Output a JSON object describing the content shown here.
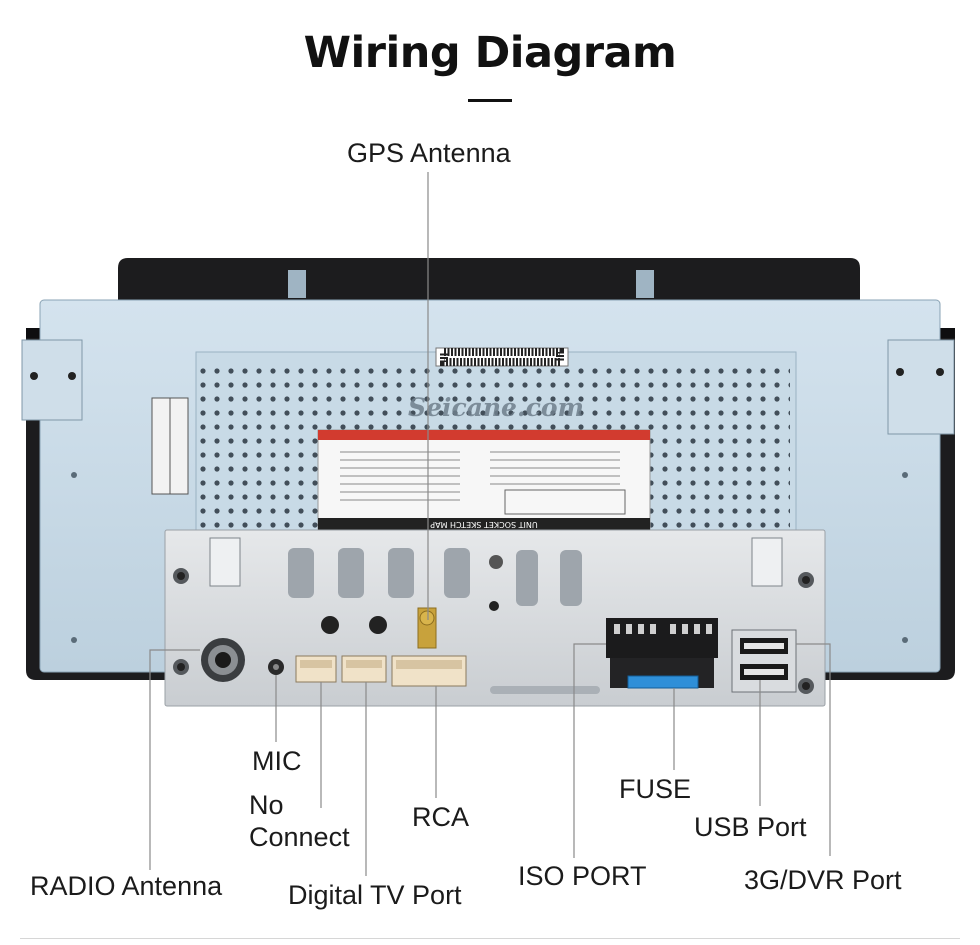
{
  "header": {
    "title": "Wiring Diagram"
  },
  "device": {
    "watermark": "Seicane.com",
    "sticker_title": "UNIT SOCKET SKETCH MAP"
  },
  "labels": {
    "gps_antenna": "GPS Antenna",
    "mic": "MIC",
    "no_connect_line1": "No",
    "no_connect_line2": "Connect",
    "rca": "RCA",
    "fuse": "FUSE",
    "usb_port": "USB Port",
    "radio_antenna": "RADIO Antenna",
    "digital_tv_port": "Digital TV Port",
    "iso_port": "ISO PORT",
    "dvr_port": "3G/DVR Port"
  }
}
